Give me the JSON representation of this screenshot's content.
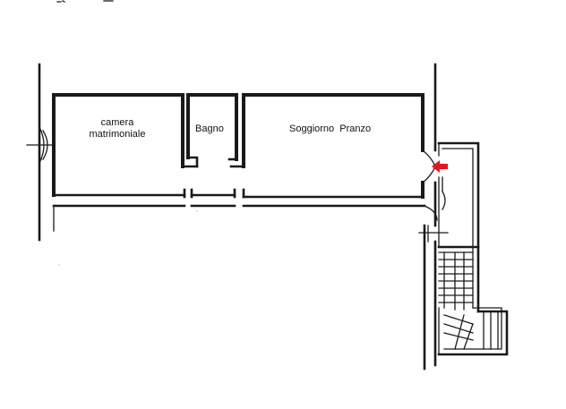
{
  "floorplan": {
    "rooms": {
      "bedroom": {
        "line1": "camera",
        "line2": "matrimoniale"
      },
      "bathroom": {
        "label": "Bagno"
      },
      "living_dining": {
        "label": "Soggiorno  Pranzo"
      }
    },
    "entrance_marker": {
      "color": "#e8141c"
    },
    "line_color": "#1a1a1a"
  }
}
